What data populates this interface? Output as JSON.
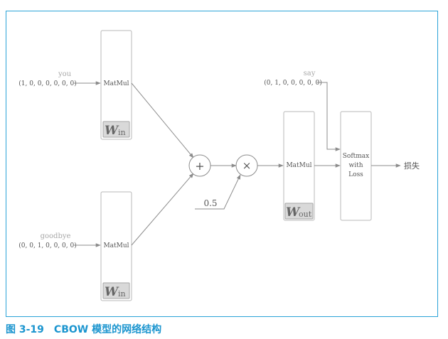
{
  "inputs": {
    "you": {
      "word": "you",
      "vector": "(1, 0, 0, 0, 0, 0, 0)"
    },
    "goodbye": {
      "word": "goodbye",
      "vector": "(0, 0, 1, 0, 0, 0, 0)"
    },
    "say": {
      "word": "say",
      "vector": "(0, 1, 0, 0, 0, 0, 0)"
    }
  },
  "layers": {
    "matmul_label": "MatMul",
    "w_in": {
      "main": "W",
      "sub": "in"
    },
    "w_out": {
      "main": "W",
      "sub": "out"
    },
    "softmax": [
      "Softmax",
      "with",
      "Loss"
    ]
  },
  "ops": {
    "add": "+",
    "multiply": "×",
    "scale": "0.5"
  },
  "output": {
    "loss": "损失"
  },
  "caption": {
    "number": "图 3-19",
    "text": "CBOW 模型的网络结构"
  },
  "colors": {
    "frame": "#2aa3d8",
    "caption": "#1b95cf",
    "arrow": "#8c8c8c"
  }
}
